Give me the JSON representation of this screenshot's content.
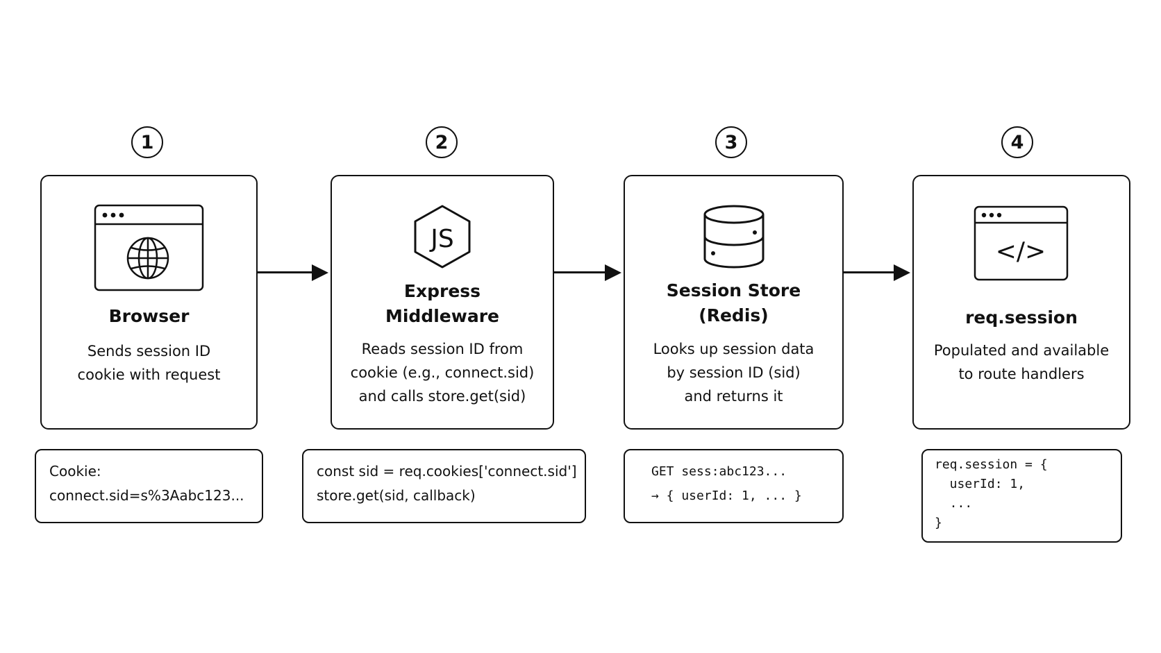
{
  "steps": [
    {
      "number": "1",
      "icon": "browser-globe-icon",
      "title": "Browser",
      "description": "Sends session ID\ncookie with request",
      "snippet": "Cookie:\nconnect.sid=s%3Aabc123..."
    },
    {
      "number": "2",
      "icon": "nodejs-icon",
      "icon_text": "JS",
      "title": "Express\nMiddleware",
      "description": "Reads session ID from\ncookie (e.g., connect.sid)\nand calls store.get(sid)",
      "snippet": "const sid = req.cookies['connect.sid']\nstore.get(sid, callback)"
    },
    {
      "number": "3",
      "icon": "database-icon",
      "title": "Session Store\n(Redis)",
      "description": "Looks up session data\nby session ID (sid)\nand returns it",
      "snippet": "GET sess:abc123...\n→ { userId: 1, ... }"
    },
    {
      "number": "4",
      "icon": "code-window-icon",
      "icon_text": "</>",
      "title": "req.session",
      "description": "Populated and available\nto route handlers",
      "snippet": "req.session = {\n  userId: 1,\n  ...\n}"
    }
  ]
}
